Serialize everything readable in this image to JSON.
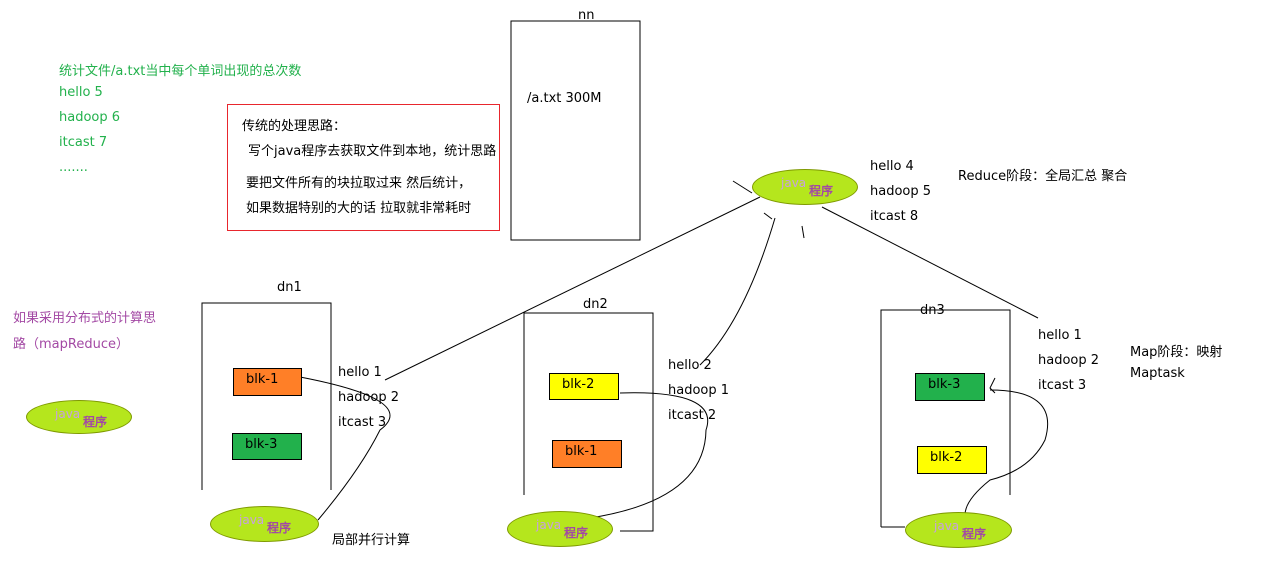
{
  "task": {
    "title": "统计文件/a.txt当中每个单词出现的总次数",
    "lines": [
      "hello 5",
      "hadoop 6",
      "itcast  7",
      "......."
    ]
  },
  "traditional": {
    "title": "传统的处理思路：",
    "line1": "写个java程序去获取文件到本地，统计思路",
    "line2": "要把文件所有的块拉取过来  然后统计，",
    "line3": "如果数据特别的大的话 拉取就非常耗时"
  },
  "nn": {
    "label": "nn",
    "file": "/a.txt 300M"
  },
  "distributed": {
    "line1": "如果采用分布式的计算思",
    "line2": "路（mapReduce）"
  },
  "java": {
    "java_word": "java",
    "cheng_word": "程序"
  },
  "reduce": {
    "counts": [
      "hello 4",
      "hadoop 5",
      "itcast  8"
    ],
    "stage": "Reduce阶段：全局汇总 聚合"
  },
  "dn1": {
    "label": "dn1",
    "blocks": [
      "blk-1",
      "blk-3"
    ],
    "counts": [
      "hello 1",
      "hadoop 2",
      "itcast 3"
    ],
    "note": "局部并行计算"
  },
  "dn2": {
    "label": "dn2",
    "blocks": [
      "blk-2",
      "blk-1"
    ],
    "counts": [
      "hello 2",
      "hadoop 1",
      "itcast 2"
    ]
  },
  "dn3": {
    "label": "dn3",
    "blocks": [
      "blk-3",
      "blk-2"
    ],
    "counts": [
      "hello 1",
      "hadoop 2",
      "itcast 3"
    ]
  },
  "map": {
    "stage": "Map阶段：映射",
    "task": "Maptask"
  },
  "colors": {
    "orange": "#ff7f27",
    "yellow": "#ffff00",
    "green": "#22b14c",
    "lime": "#b5e61d",
    "purple": "#a349a4",
    "red": "#ed1c24"
  }
}
